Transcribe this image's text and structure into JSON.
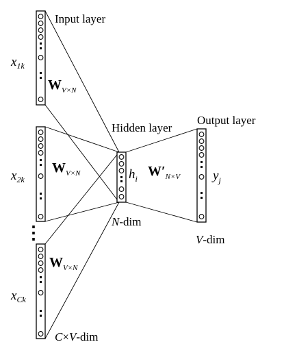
{
  "labels": {
    "input_layer": "Input layer",
    "hidden_layer": "Hidden layer",
    "output_layer": "Output layer",
    "x1k_base": "x",
    "x1k_sub": "1k",
    "x2k_base": "x",
    "x2k_sub": "2k",
    "xck_base": "x",
    "xck_sub": "Ck",
    "w_bold": "W",
    "w_sub": "V×N",
    "wprime_bold": "W",
    "wprime_mark": "′",
    "wprime_sub": "N×V",
    "h_base": "h",
    "h_sub": "i",
    "y_base": "y",
    "y_sub": "j",
    "n_dim_var": "N",
    "n_dim_text": "-dim",
    "v_dim_var": "V",
    "v_dim_text": "-dim",
    "cv_dim_var1": "C",
    "cv_dim_times": "×",
    "cv_dim_var2": "V",
    "cv_dim_text": "-dim",
    "between_dots": "⋮"
  }
}
